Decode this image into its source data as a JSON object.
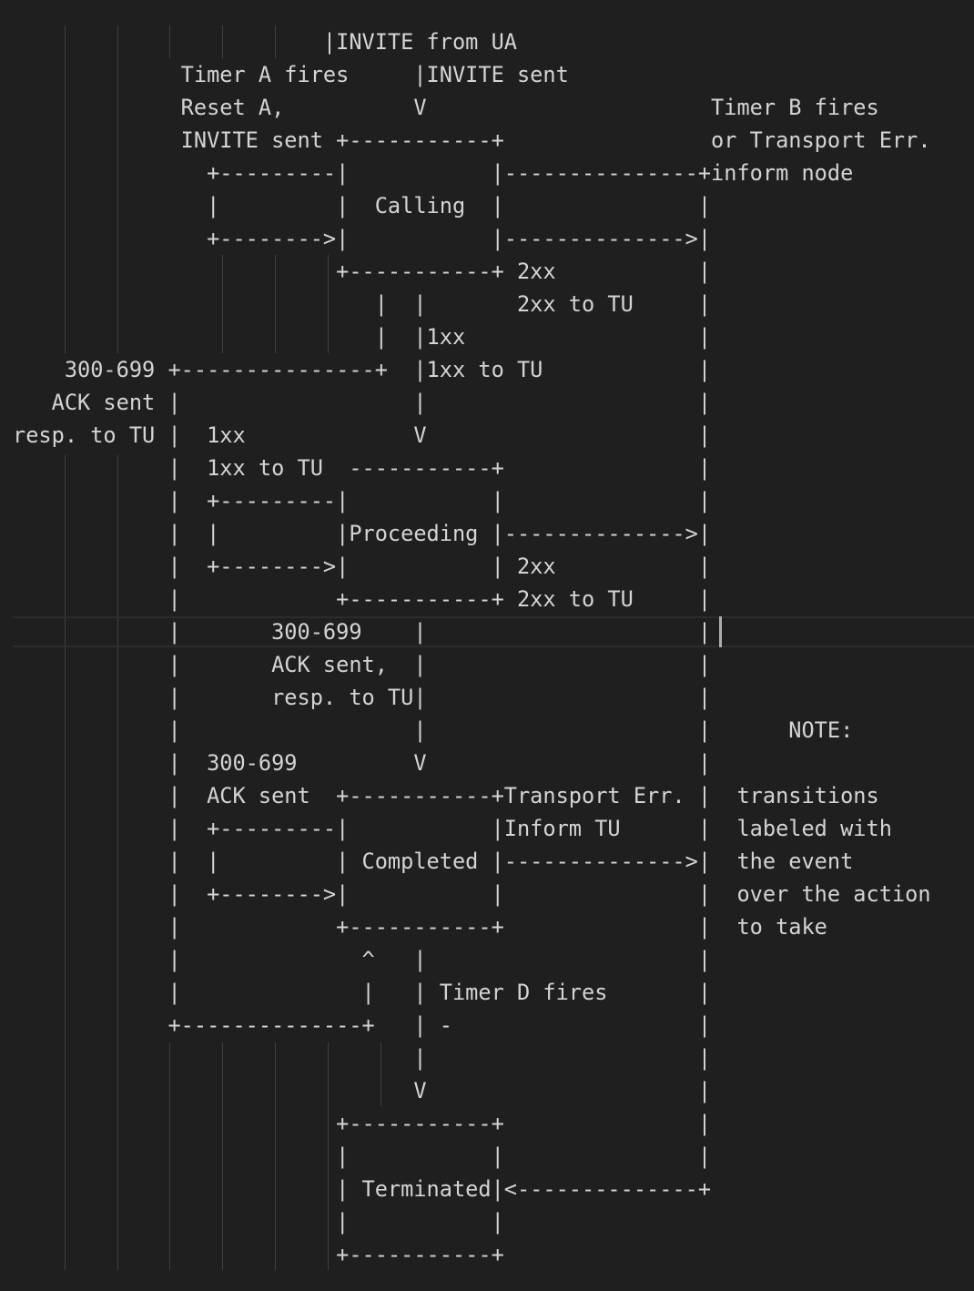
{
  "editor": {
    "lines": [
      "                        |INVITE from UA",
      "             Timer A fires     |INVITE sent",
      "             Reset A,          V                      Timer B fires",
      "             INVITE sent +-----------+                or Transport Err.",
      "               +---------|           |---------------+inform node",
      "               |         |  Calling  |               |",
      "               +-------->|           |-------------->|",
      "                         +-----------+ 2xx           |",
      "                            |  |       2xx to TU     |",
      "                            |  |1xx                  |",
      "    300-699 +---------------+  |1xx to TU            |",
      "   ACK sent |                  |                     |",
      "resp. to TU |  1xx             V                     |",
      "            |  1xx to TU  -----------+               |",
      "            |  +---------|           |               |",
      "            |  |         |Proceeding |-------------->|",
      "            |  +-------->|           | 2xx           |",
      "            |            +-----------+ 2xx to TU     |",
      "            |       300-699    |                     |",
      "            |       ACK sent,  |                     |",
      "            |       resp. to TU|                     |",
      "            |                  |                     |      NOTE:",
      "            |  300-699         V                     |",
      "            |  ACK sent  +-----------+Transport Err. |  transitions",
      "            |  +---------|           |Inform TU      |  labeled with",
      "            |  |         | Completed |-------------->|  the event",
      "            |  +-------->|           |               |  over the action",
      "            |            +-----------+               |  to take",
      "            |              ^   |                     |",
      "            |              |   | Timer D fires       |",
      "            +--------------+   | -                   |",
      "                               |                     |",
      "                               V                     |",
      "                         +-----------+               |",
      "                         |           |               |",
      "                         | Terminated|<--------------+",
      "                         |           |",
      "                         +-----------+"
    ]
  }
}
